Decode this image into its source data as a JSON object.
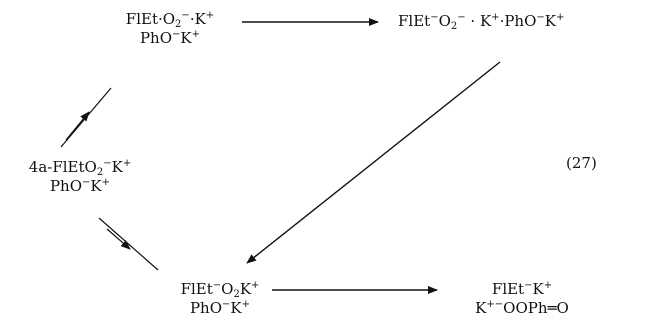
{
  "equation_number": "(27)",
  "species": {
    "top_left": {
      "line1": [
        "FlEt·O",
        "2",
        "−",
        "·K",
        "+"
      ],
      "line2": [
        "PhO",
        "−",
        "K",
        "+"
      ]
    },
    "top_right": {
      "line1": [
        "FlEt",
        "−",
        "O",
        "2",
        "−",
        " · K",
        "+",
        "·PhO",
        "−",
        "K",
        "+"
      ]
    },
    "middle_left": {
      "line1": [
        "4a-FlEtO",
        "2",
        "−",
        "K",
        "+"
      ],
      "line2": [
        "PhO",
        "−",
        "K",
        "+"
      ]
    },
    "bottom_center": {
      "line1": [
        "FlEt",
        "−",
        "O",
        "2",
        "K",
        "+"
      ],
      "line2": [
        "PhO",
        "−",
        "K",
        "+"
      ]
    },
    "bottom_right": {
      "line1": [
        "FlEt",
        "−",
        "K",
        "+"
      ],
      "line2": [
        "K",
        "+",
        "−",
        "OOPh═O"
      ]
    }
  }
}
